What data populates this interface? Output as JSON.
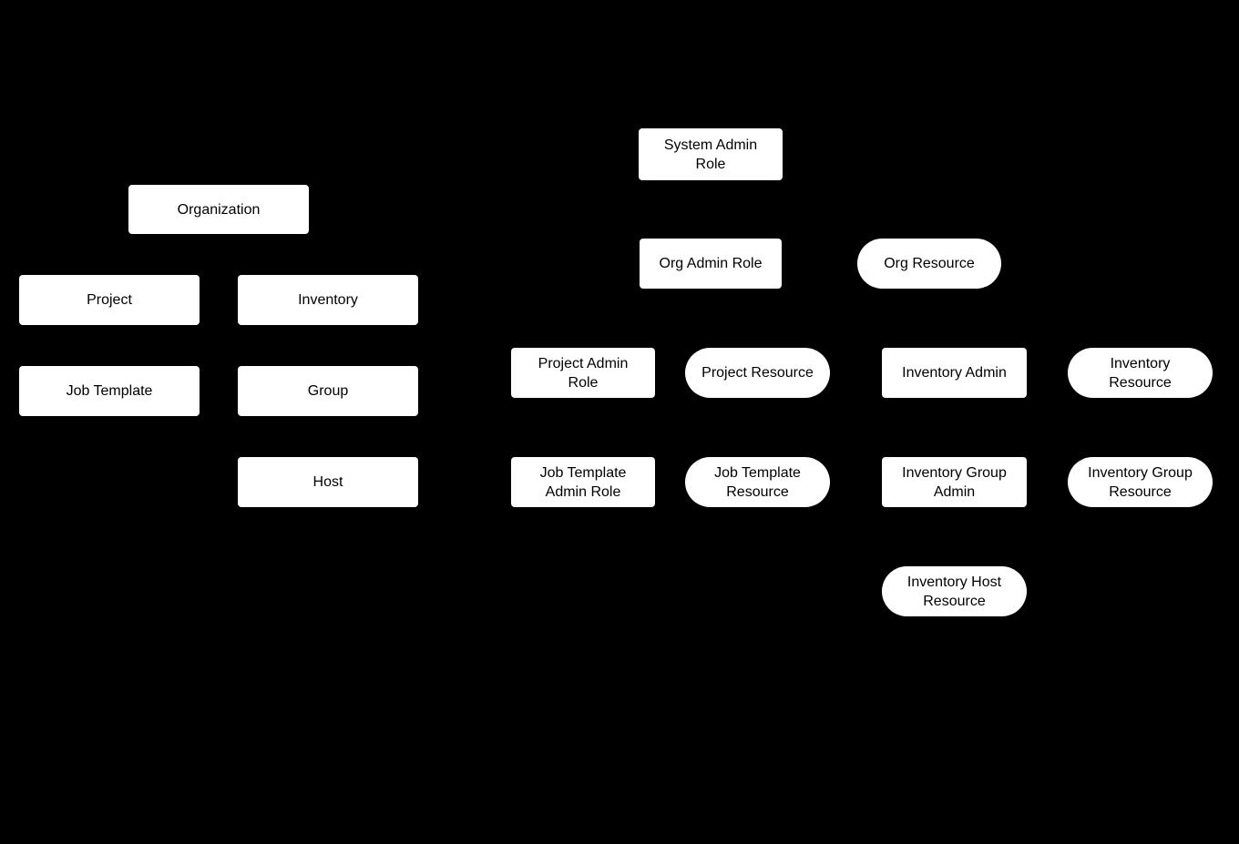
{
  "diagram": {
    "type": "hierarchy-diagram",
    "colors": {
      "background": "#000000",
      "node_fill": "#ffffff",
      "node_text": "#000000"
    },
    "shape_legend": {
      "rect": "object / admin role box",
      "pill": "resource node"
    }
  },
  "nodes": {
    "organization": {
      "label": "Organization",
      "shape": "rect"
    },
    "project": {
      "label": "Project",
      "shape": "rect"
    },
    "inventory": {
      "label": "Inventory",
      "shape": "rect"
    },
    "job_template": {
      "label": "Job Template",
      "shape": "rect"
    },
    "group": {
      "label": "Group",
      "shape": "rect"
    },
    "host": {
      "label": "Host",
      "shape": "rect"
    },
    "system_admin_role": {
      "label": [
        "System Admin",
        "Role"
      ],
      "shape": "rect"
    },
    "org_admin_role": {
      "label": "Org Admin Role",
      "shape": "rect"
    },
    "org_resource": {
      "label": "Org Resource",
      "shape": "pill"
    },
    "project_admin_role": {
      "label": [
        "Project Admin",
        "Role"
      ],
      "shape": "rect"
    },
    "project_resource": {
      "label": "Project Resource",
      "shape": "pill"
    },
    "inventory_admin": {
      "label": "Inventory Admin",
      "shape": "rect"
    },
    "inventory_resource": {
      "label": [
        "Inventory",
        "Resource"
      ],
      "shape": "pill"
    },
    "job_template_admin_role": {
      "label": [
        "Job Template",
        "Admin Role"
      ],
      "shape": "rect"
    },
    "job_template_resource": {
      "label": [
        "Job Template",
        "Resource"
      ],
      "shape": "pill"
    },
    "inventory_group_admin": {
      "label": [
        "Inventory Group",
        "Admin"
      ],
      "shape": "rect"
    },
    "inventory_group_resource": {
      "label": [
        "Inventory Group",
        "Resource"
      ],
      "shape": "pill"
    },
    "inventory_host_resource": {
      "label": [
        "Inventory Host",
        "Resource"
      ],
      "shape": "pill"
    }
  }
}
